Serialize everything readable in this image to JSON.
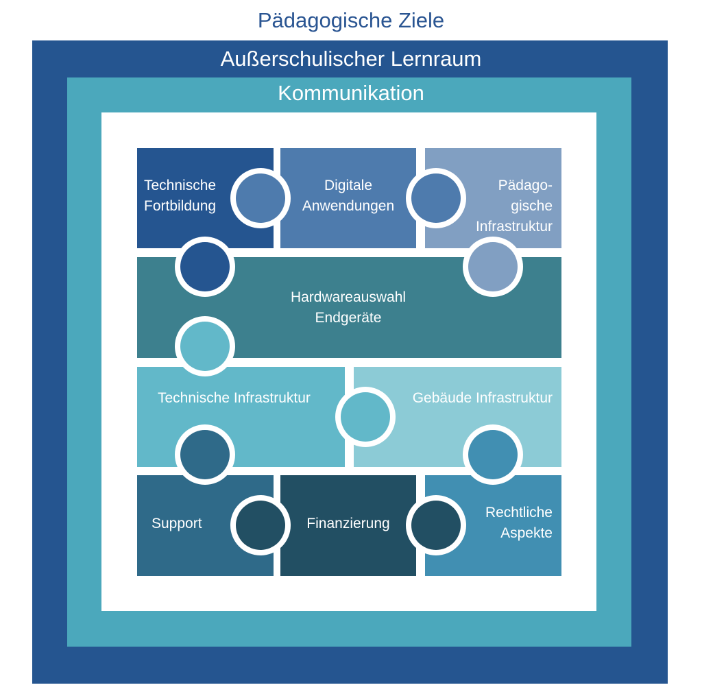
{
  "frames": {
    "outer_title": "Pädagogische Ziele",
    "layer1_title": "Außerschulischer Lernraum",
    "layer2_title": "Kommunikation"
  },
  "colors": {
    "outer": "#255590",
    "middle": "#4ba8bc",
    "technische_fortbildung": "#255590",
    "digitale_anwendungen": "#4e7bad",
    "paedagogische_infrastruktur": "#819fc2",
    "hardwareauswahl": "#3d808e",
    "technische_infrastruktur": "#62b8c9",
    "gebaeude_infrastruktur": "#8ccbd6",
    "support": "#2f6a89",
    "finanzierung": "#224f63",
    "rechtliche_aspekte": "#418fb2"
  },
  "pieces": {
    "technische_fortbildung": [
      "Technische",
      "Fortbildung"
    ],
    "digitale_anwendungen": [
      "Digitale",
      "Anwendungen"
    ],
    "paedagogische_infrastruktur": [
      "Pädago-",
      "gische",
      "Infrastruktur"
    ],
    "hardwareauswahl": [
      "Hardwareauswahl",
      "Endgeräte"
    ],
    "technische_infrastruktur": [
      "Technische Infrastruktur"
    ],
    "gebaeude_infrastruktur": [
      "Gebäude Infrastruktur"
    ],
    "support": [
      "Support"
    ],
    "finanzierung": [
      "Finanzierung"
    ],
    "rechtliche_aspekte": [
      "Rechtliche",
      "Aspekte"
    ]
  }
}
